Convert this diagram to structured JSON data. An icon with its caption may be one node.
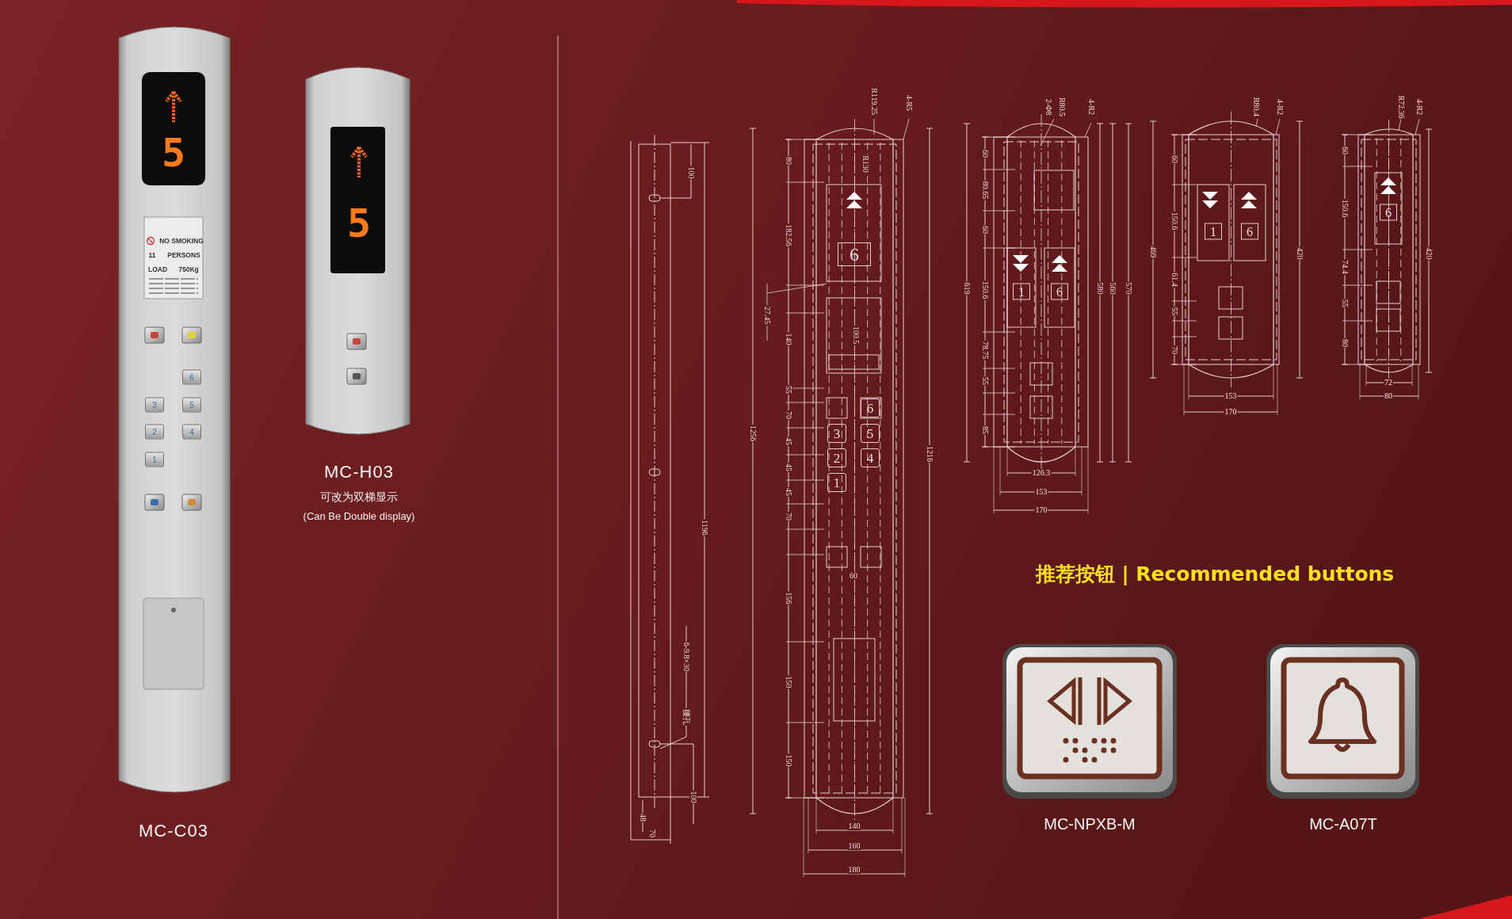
{
  "diagram": {
    "labels": [
      "NO SMOKING",
      "11",
      "PERSONS",
      "LOAD",
      "750Kg",
      "5",
      "5",
      "6",
      "3",
      "5",
      "2",
      "4",
      "1",
      "MC-C03",
      "MC-H03",
      "可改为双梯显示",
      "(Can Be Double display)",
      "100",
      "1196",
      "6-9.8×30",
      "腰孔",
      "100",
      "48",
      "70",
      "R119.25",
      "4-R5",
      "80",
      "R130",
      "182.56",
      "27.45",
      "140",
      "100.5",
      "55",
      "70",
      "45",
      "45",
      "45",
      "70",
      "156",
      "150",
      "150",
      "1256",
      "1216",
      "60",
      "140",
      "160",
      "180",
      "6",
      "6",
      "3",
      "5",
      "2",
      "4",
      "1",
      "2-Φ8",
      "R80.5",
      "4-R2",
      "60",
      "80.65",
      "60",
      "150.6",
      "78.75",
      "55",
      "85",
      "619",
      "580",
      "560",
      "570",
      "126.3",
      "153",
      "170",
      "1",
      "6",
      "R80.4",
      "4-R2",
      "60",
      "150.6",
      "469",
      "61.4",
      "55",
      "70",
      "420",
      "153",
      "170",
      "1",
      "6",
      "R72.36",
      "4-R2",
      "60",
      "150.6",
      "74.4",
      "55",
      "80",
      "420",
      "72",
      "80",
      "6",
      "推荐按钮 | Recommended buttons",
      "MC-NPXB-M",
      "MC-A07T"
    ]
  }
}
